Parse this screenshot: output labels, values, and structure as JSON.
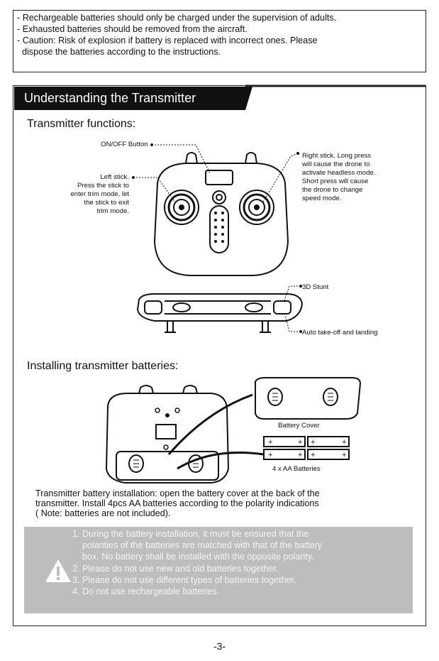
{
  "warnings": [
    "- Rechargeable batteries should only be charged under the supervision of adults.",
    "- Exhausted batteries should be removed from the aircraft.",
    "- Caution: Risk of explosion if battery is replaced with incorrect ones. Please",
    "  dispose the batteries according to the instructions."
  ],
  "section_title": "Understanding the Transmitter",
  "functions": {
    "heading": "Transmitter functions:",
    "onoff": "ON/OFF Button",
    "left_stick": [
      "Left stick.",
      "Press the stick to",
      "enter trim mode, let",
      "the stick to exit",
      "trim mode."
    ],
    "right_stick": [
      "Right stick. Long press",
      "will cause the drone to",
      "activate headless mode.",
      "Short press will cause",
      "the drone to change",
      "speed mode."
    ],
    "stunt": "3D Stunt",
    "takeoff": "Auto take-off and landing"
  },
  "install": {
    "heading": "Installing transmitter batteries:",
    "battery_cover": "Battery Cover",
    "batteries": "4 x AA Batteries",
    "description": [
      "Transmitter battery installation: open the battery cover at the back of the",
      "transmitter. Install 4pcs AA batteries according to the polarity indications",
      "( Note: batteries are not included)."
    ]
  },
  "notice": {
    "icon": "warning-triangle-icon",
    "lines": [
      "1. During the battery installation, it must be ensured that the",
      "    polarities of the batteries are matched with that of the battery",
      "    box. No battery shall be installed with the opposite polarity.",
      "2. Please do not use new and old batteries together.",
      "3. Please do not use different types of batteries together.",
      "4. Do not use rechargeable batteries."
    ]
  },
  "page_number": "-3-"
}
